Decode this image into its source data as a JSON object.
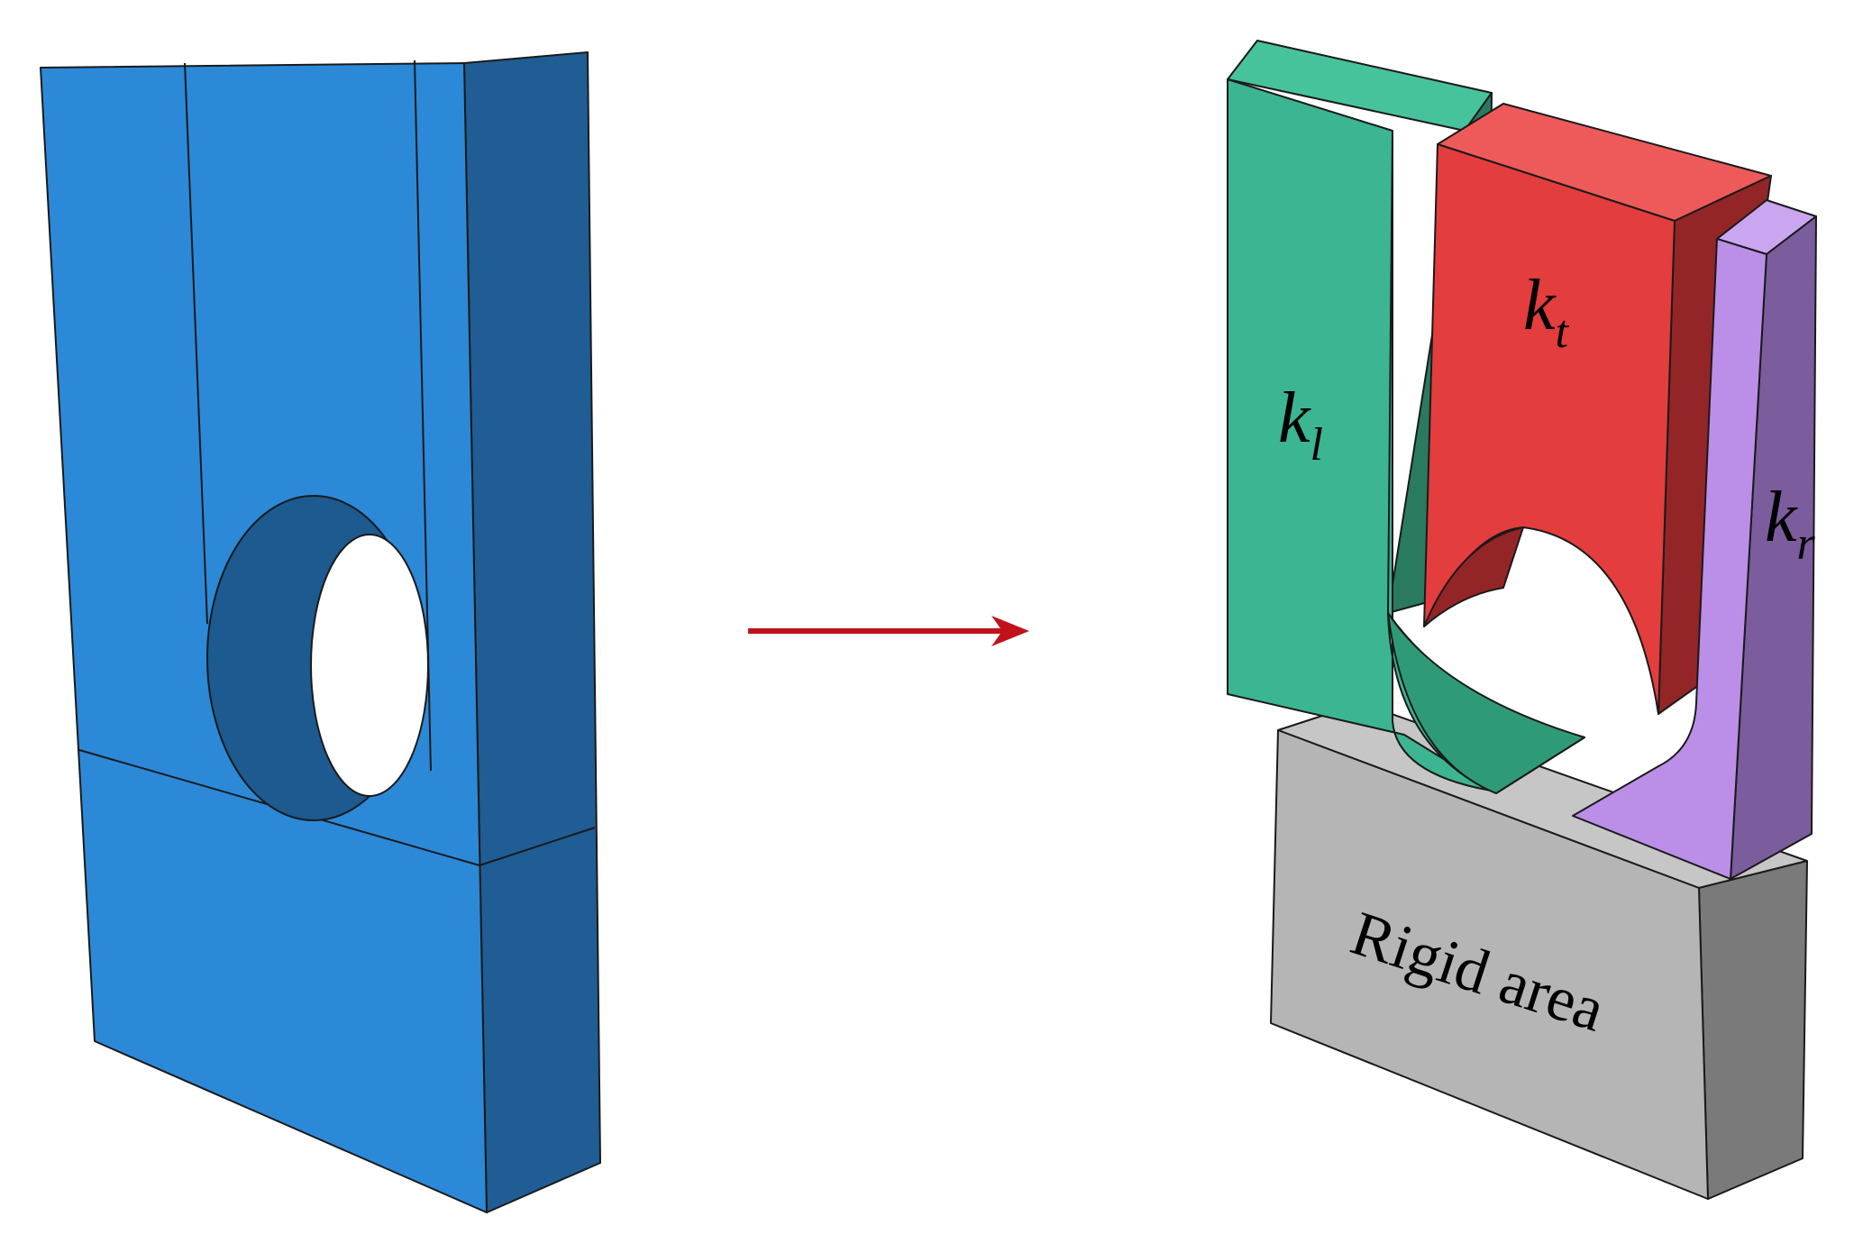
{
  "colors": {
    "block_face": "#2b89d8",
    "block_side": "#1f5d94",
    "block_hole": "#1c5a90",
    "arrow": "#c0121b",
    "left_part_front": "#3bb592",
    "left_part_side": "#2a7a60",
    "top_part_front": "#e33d3e",
    "top_part_side": "#942527",
    "right_part_front": "#bb8fe8",
    "right_part_side": "#7b5c9c",
    "rigid_front": "#b5b5b5",
    "rigid_top": "#c6c6c6",
    "rigid_side": "#7a7a7a",
    "hole": "#ffffff"
  },
  "labels": {
    "k_left_main": "k",
    "k_left_sub": "l",
    "k_top_main": "k",
    "k_top_sub": "t",
    "k_right_main": "k",
    "k_right_sub": "r",
    "rigid_area": "Rigid area"
  }
}
